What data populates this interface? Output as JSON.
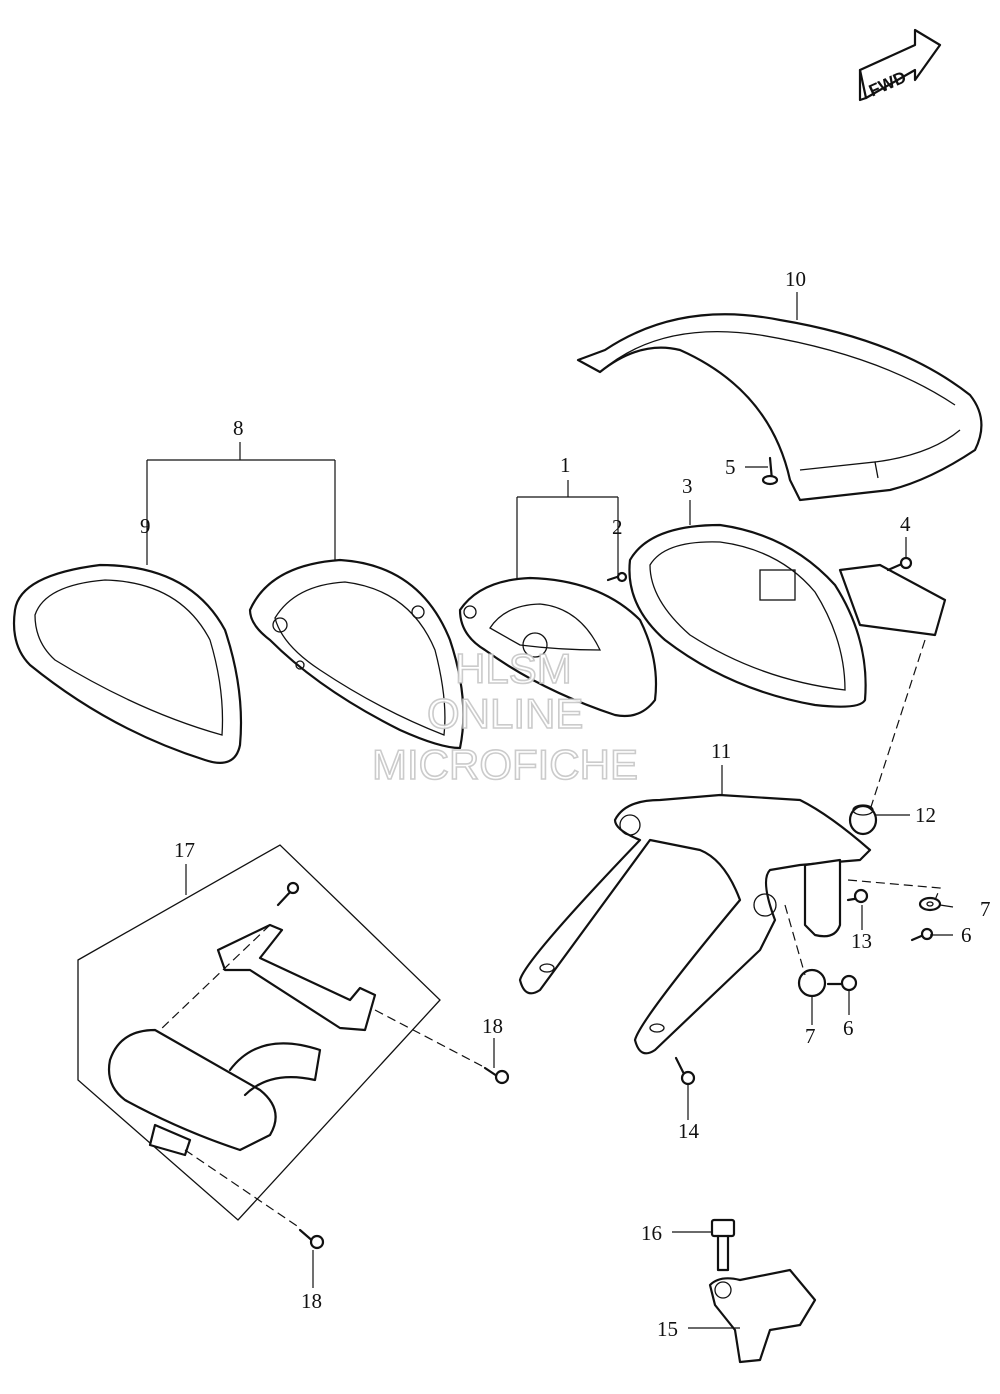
{
  "callouts": [
    {
      "id": "c1",
      "label": "1"
    },
    {
      "id": "c2",
      "label": "2"
    },
    {
      "id": "c3",
      "label": "3"
    },
    {
      "id": "c4",
      "label": "4"
    },
    {
      "id": "c5",
      "label": "5"
    },
    {
      "id": "c6a",
      "label": "6"
    },
    {
      "id": "c6b",
      "label": "6"
    },
    {
      "id": "c7a",
      "label": "7"
    },
    {
      "id": "c7b",
      "label": "7"
    },
    {
      "id": "c8",
      "label": "8"
    },
    {
      "id": "c9",
      "label": "9"
    },
    {
      "id": "c10",
      "label": "10"
    },
    {
      "id": "c11",
      "label": "11"
    },
    {
      "id": "c12",
      "label": "12"
    },
    {
      "id": "c13",
      "label": "13"
    },
    {
      "id": "c14",
      "label": "14"
    },
    {
      "id": "c15",
      "label": "15"
    },
    {
      "id": "c16",
      "label": "16"
    },
    {
      "id": "c17",
      "label": "17"
    },
    {
      "id": "c18a",
      "label": "18"
    },
    {
      "id": "c18b",
      "label": "18"
    }
  ],
  "direction_badge": {
    "label": "FWD"
  },
  "watermark": {
    "line1": "HLSM",
    "line2": "ONLINE",
    "line3": "MICROFICHE"
  }
}
